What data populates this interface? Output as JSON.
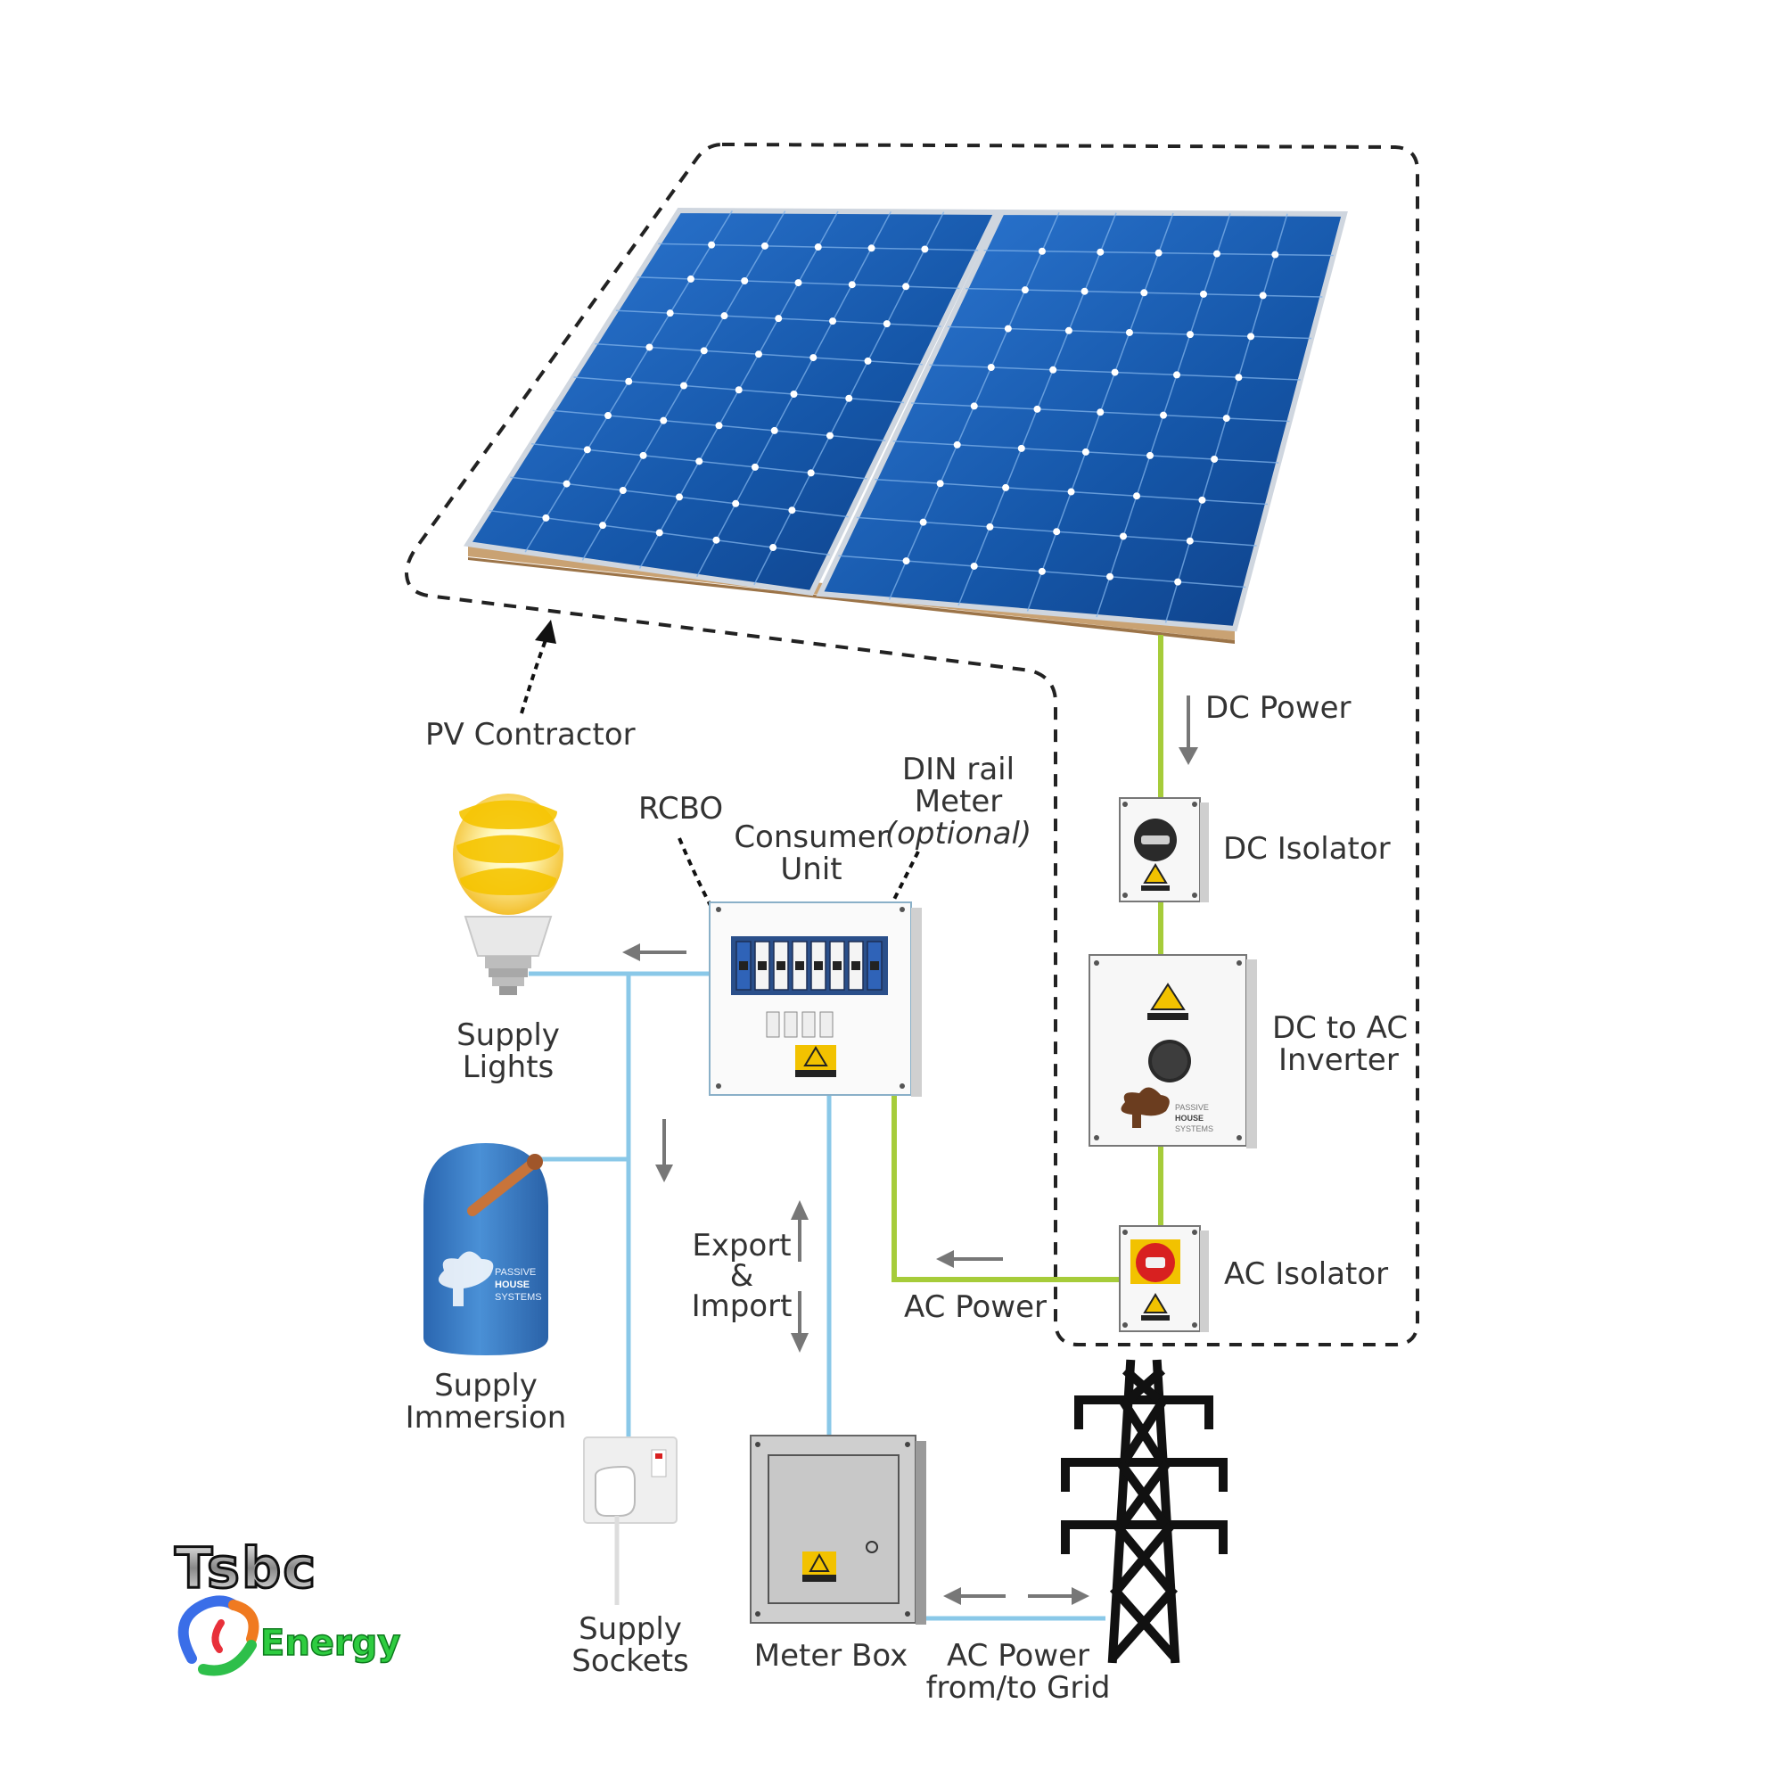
{
  "labels": {
    "pv_contractor": "PV Contractor",
    "dc_power": "DC Power",
    "dc_isolator": "DC Isolator",
    "inverter_line1": "DC to AC",
    "inverter_line2": "Inverter",
    "ac_isolator": "AC Isolator",
    "ac_power": "AC Power",
    "rcbo": "RCBO",
    "consumer_unit_line1": "Consumer",
    "consumer_unit_line2": "Unit",
    "din_line1": "DIN rail",
    "din_line2": "Meter",
    "din_line3": "(optional)",
    "lights_line1": "Supply",
    "lights_line2": "Lights",
    "immersion_line1": "Supply",
    "immersion_line2": "Immersion",
    "sockets_line1": "Supply",
    "sockets_line2": "Sockets",
    "export_line1": "Export",
    "export_line2": "&",
    "export_line3": "Import",
    "meter_box": "Meter Box",
    "grid_line1": "AC Power",
    "grid_line2": "from/to Grid"
  },
  "equipment_branding": {
    "line1": "PASSIVE",
    "line2": "HOUSE",
    "line3": "SYSTEMS"
  },
  "logo": {
    "wordmark": "Tsbc",
    "subtitle": "Energy"
  },
  "colors": {
    "panel_blue": "#1a5bb0",
    "dc_wire_green": "#a6cc3a",
    "ac_wire_blue": "#8ac8e8",
    "tank_blue": "#3f80c8",
    "isolator_red": "#d82020",
    "warning_yellow": "#f2c200",
    "logo_green": "#2ecc40"
  }
}
